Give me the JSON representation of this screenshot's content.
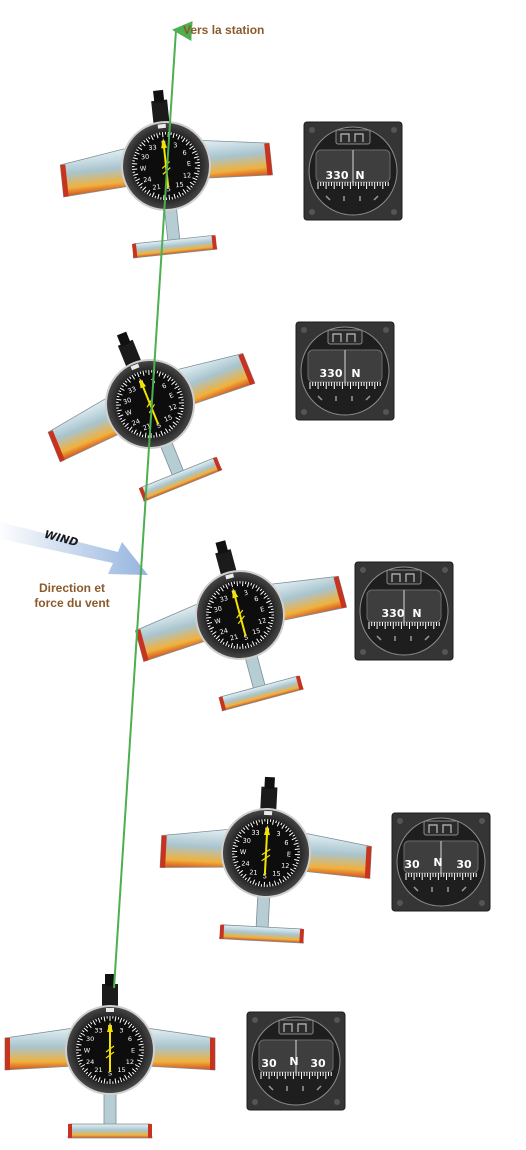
{
  "labels": {
    "station": "Vers la station",
    "wind_arrow": "WIND",
    "wind_caption": "Direction et\nforce du vent"
  },
  "colors": {
    "track_line": "#4caf50",
    "wing": "#a9c4ce",
    "wing_leading": "#d9ecf1",
    "wing_trailing": "#e8a235",
    "wing_tip": "#c8331f",
    "adf_needle": "#f4e200",
    "label_text": "#8a5a2b",
    "wind_arrow": "#a6c1e2",
    "instrument_bezel": "#3a3a3a"
  },
  "compass_cards": [
    {
      "left": "",
      "center": "330",
      "right": "N"
    },
    {
      "left": "",
      "center": "330",
      "right": "N"
    },
    {
      "left": "",
      "center": "330",
      "right": "N"
    },
    {
      "left": "30",
      "center": "N",
      "right": "30"
    },
    {
      "left": "30",
      "center": "N",
      "right": "30"
    }
  ],
  "adf_dial_marks": [
    "N",
    "3",
    "6",
    "E",
    "12",
    "15",
    "S",
    "21",
    "24",
    "W",
    "30",
    "33"
  ]
}
